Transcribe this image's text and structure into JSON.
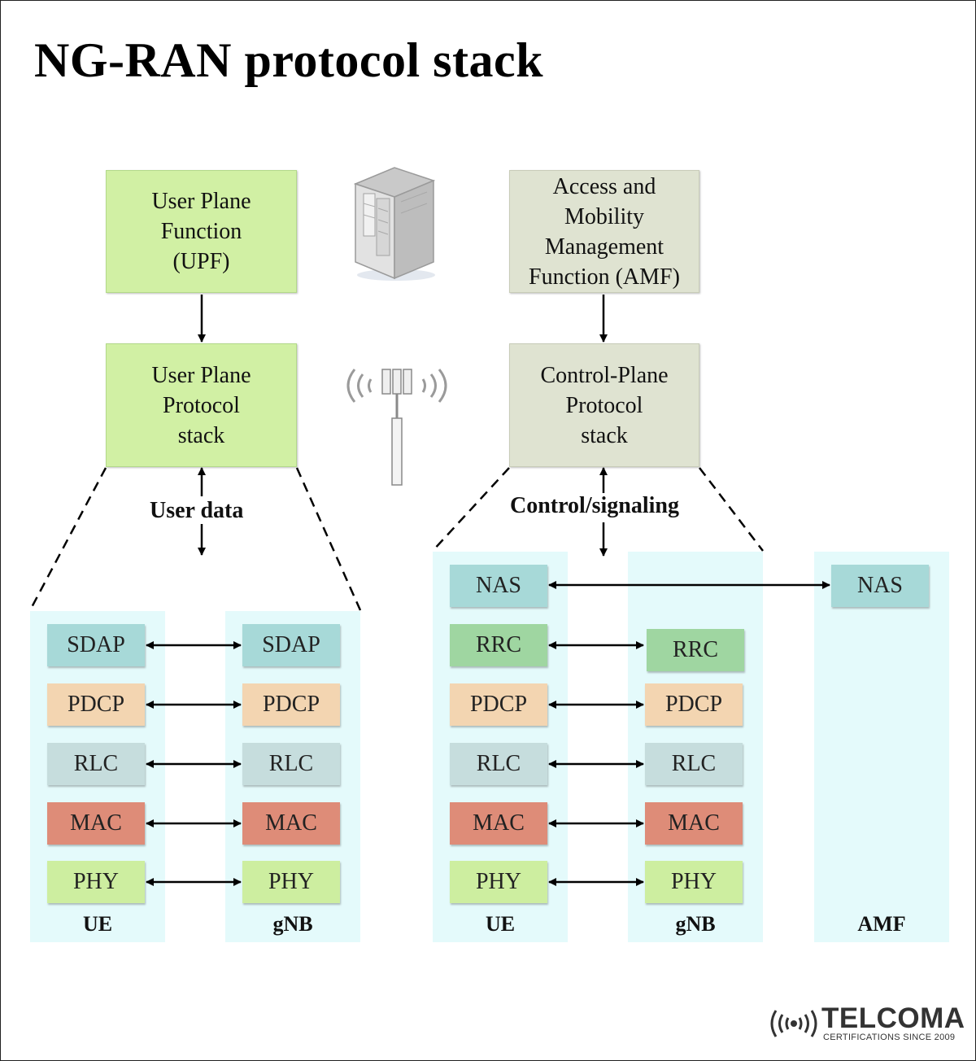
{
  "title": "NG-RAN protocol stack",
  "user_plane": {
    "function_box": "User Plane\nFunction\n(UPF)",
    "stack_box": "User Plane\nProtocol\nstack",
    "caption": "User data",
    "columns": [
      {
        "label": "UE",
        "layers": [
          "SDAP",
          "PDCP",
          "RLC",
          "MAC",
          "PHY"
        ]
      },
      {
        "label": "gNB",
        "layers": [
          "SDAP",
          "PDCP",
          "RLC",
          "MAC",
          "PHY"
        ]
      }
    ]
  },
  "control_plane": {
    "function_box": "Access and\nMobility\nManagement\nFunction (AMF)",
    "stack_box": "Control-Plane\nProtocol\nstack",
    "caption": "Control/signaling",
    "columns": [
      {
        "label": "UE",
        "layers": [
          "NAS",
          "RRC",
          "PDCP",
          "RLC",
          "MAC",
          "PHY"
        ]
      },
      {
        "label": "gNB",
        "layers": [
          "RRC",
          "PDCP",
          "RLC",
          "MAC",
          "PHY"
        ]
      },
      {
        "label": "AMF",
        "layers": [
          "NAS"
        ]
      }
    ]
  },
  "icons": {
    "server": "server-cabinet-icon",
    "antenna": "cell-tower-icon",
    "logo": "telcoma-logo"
  },
  "logo": {
    "word": "TELCOMA",
    "tagline": "CERTIFICATIONS SINCE 2009"
  },
  "colors": {
    "user_plane_box": "#d1f0a4",
    "control_plane_box": "#dfe3d1",
    "column_bg": "#e4fafb",
    "sdap": "#a7d9d8",
    "nas": "#a7d9d8",
    "rrc": "#9fd6a1",
    "pdcp": "#f3d5b1",
    "rlc": "#c6dddd",
    "mac": "#de8c78",
    "phy": "#cdeea0"
  }
}
